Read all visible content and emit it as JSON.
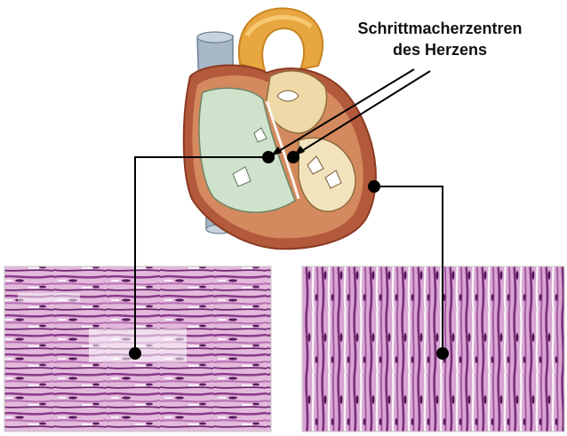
{
  "label": {
    "line1": "Schrittmacherzentren",
    "line2": "des Herzens"
  },
  "colors": {
    "myocardium": "#b45a3c",
    "aorta": "#e8a640",
    "vena_cava": "#a8b8c8",
    "chamber_fill": "#cfe2cc",
    "tissue_base": "#d9a9cf",
    "tissue_dark": "#7b2e7c",
    "marker": "#000000"
  },
  "markers": [
    {
      "name": "sinoatrial-node"
    },
    {
      "name": "atrioventricular-node"
    },
    {
      "name": "ventricle-muscle"
    },
    {
      "name": "left-micrograph-point"
    },
    {
      "name": "right-micrograph-point"
    }
  ],
  "micrographs": [
    {
      "name": "pacemaker-tissue-micrograph",
      "orientation": "horizontal"
    },
    {
      "name": "working-myocardium-micrograph",
      "orientation": "vertical"
    }
  ]
}
